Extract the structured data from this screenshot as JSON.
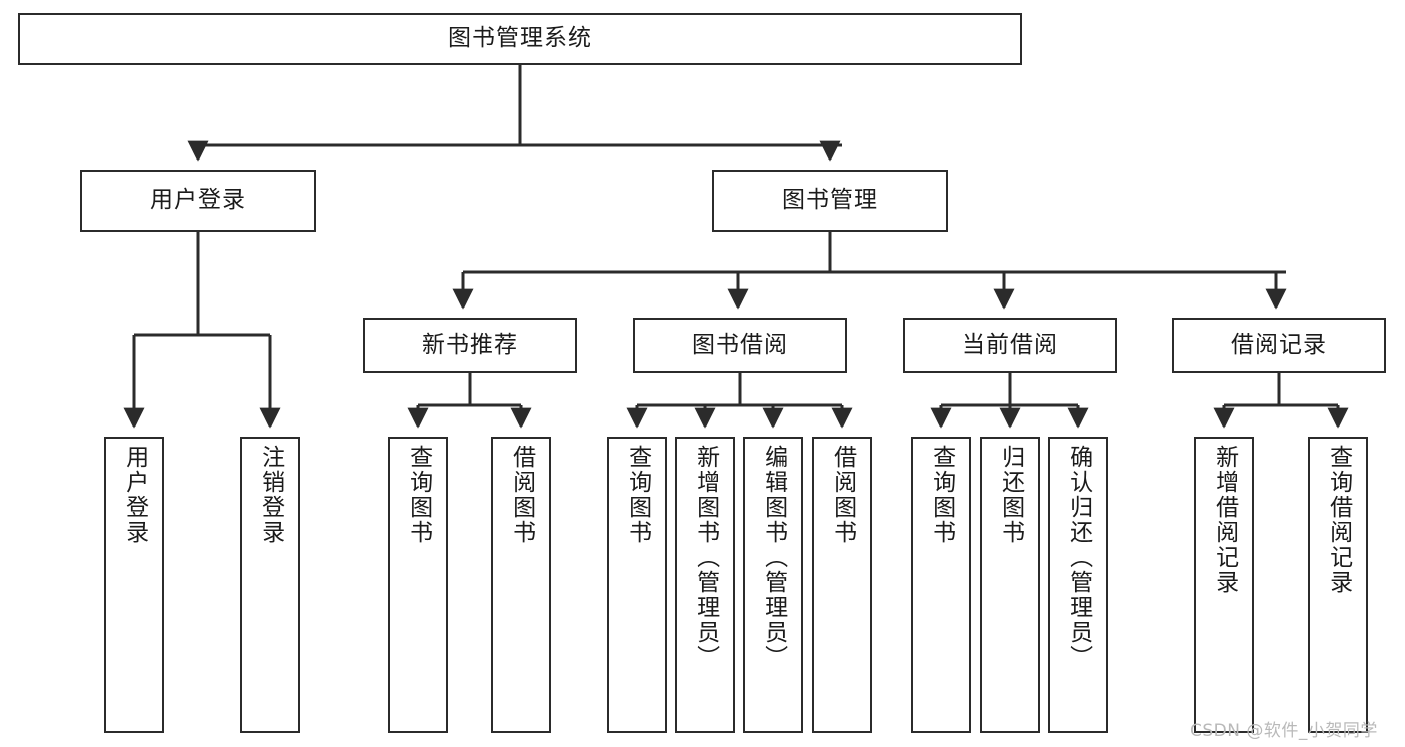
{
  "diagram": {
    "title": "图书管理系统",
    "type": "tree-hierarchy-diagram",
    "style": {
      "box_fill": "#ffffff",
      "box_border": "#2b2b2b",
      "edge_color": "#2b2b2b",
      "text_color": "#1b1b1b",
      "background": "#ffffff"
    }
  },
  "root": {
    "label": "图书管理系统"
  },
  "level2": [
    {
      "id": "user-login",
      "label": "用户登录"
    },
    {
      "id": "book-manage",
      "label": "图书管理"
    }
  ],
  "level3": [
    {
      "id": "new-book-recommend",
      "label": "新书推荐"
    },
    {
      "id": "book-borrow",
      "label": "图书借阅"
    },
    {
      "id": "current-borrow",
      "label": "当前借阅"
    },
    {
      "id": "borrow-record",
      "label": "借阅记录"
    }
  ],
  "leaves": {
    "user_login": [
      {
        "id": "leaf-user-login",
        "label": "用户登录"
      },
      {
        "id": "leaf-logout-login",
        "label": "注销登录"
      }
    ],
    "new_book_recommend": [
      {
        "id": "leaf-query-book-1",
        "label": "查询图书"
      },
      {
        "id": "leaf-borrow-book-1",
        "label": "借阅图书"
      }
    ],
    "book_borrow": [
      {
        "id": "leaf-query-book-2",
        "label": "查询图书"
      },
      {
        "id": "leaf-add-book",
        "label": "新增图书（管理员）"
      },
      {
        "id": "leaf-edit-book",
        "label": "编辑图书（管理员）"
      },
      {
        "id": "leaf-borrow-book-2",
        "label": "借阅图书"
      }
    ],
    "current_borrow": [
      {
        "id": "leaf-query-book-3",
        "label": "查询图书"
      },
      {
        "id": "leaf-return-book",
        "label": "归还图书"
      },
      {
        "id": "leaf-confirm-return",
        "label": "确认归还（管理员）"
      }
    ],
    "borrow_record": [
      {
        "id": "leaf-add-borrow-record",
        "label": "新增借阅记录"
      },
      {
        "id": "leaf-query-borrow-record",
        "label": "查询借阅记录"
      }
    ]
  },
  "watermark": {
    "text": "CSDN @软件_小贺同学"
  }
}
